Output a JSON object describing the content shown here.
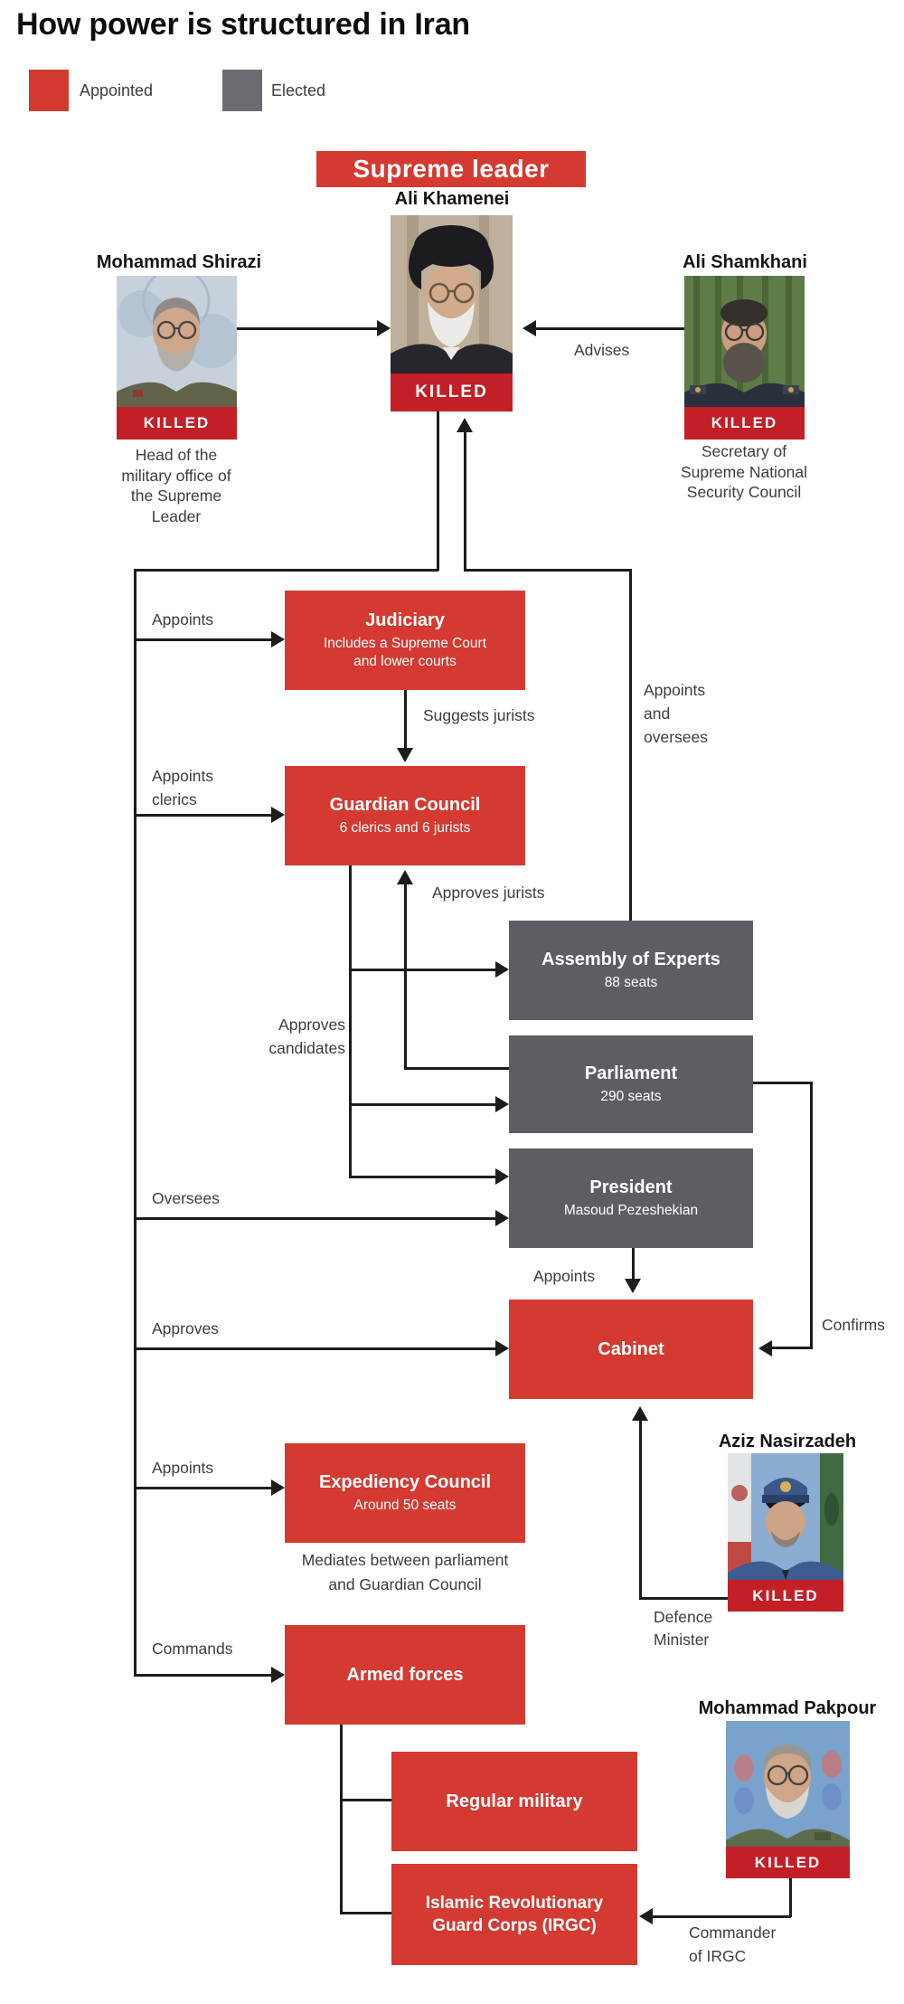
{
  "title": "How power is structured in Iran",
  "legend": {
    "appointed": {
      "label": "Appointed",
      "color": "#d43a31"
    },
    "elected": {
      "label": "Elected",
      "color": "#6d6b72"
    }
  },
  "colors": {
    "appointed_box": "#d43a31",
    "elected_box": "#5e5d64",
    "killed_banner": "#c31f27",
    "connector_line": "#1c1c1c"
  },
  "banner": {
    "supreme_leader": "Supreme leader"
  },
  "people": {
    "khamenei": {
      "name": "Ali Khamenei",
      "status": "KILLED"
    },
    "shirazi": {
      "name": "Mohammad Shirazi",
      "status": "KILLED",
      "caption": "Head of the\nmilitary office of\nthe Supreme\nLeader"
    },
    "shamkhani": {
      "name": "Ali Shamkhani",
      "status": "KILLED",
      "caption": "Secretary of\nSupreme National\nSecurity Council"
    },
    "nasirzadeh": {
      "name": "Aziz Nasirzadeh",
      "status": "KILLED",
      "caption": "Defence\nMinister"
    },
    "pakpour": {
      "name": "Mohammad Pakpour",
      "status": "KILLED",
      "caption": "Commander\nof IRGC"
    }
  },
  "boxes": {
    "judiciary": {
      "title": "Judiciary",
      "subtitle": "Includes a Supreme Court\nand lower courts",
      "type": "appointed"
    },
    "guardian_council": {
      "title": "Guardian Council",
      "subtitle": "6 clerics and 6 jurists",
      "type": "appointed"
    },
    "assembly_of_experts": {
      "title": "Assembly of Experts",
      "subtitle": "88 seats",
      "type": "elected"
    },
    "parliament": {
      "title": "Parliament",
      "subtitle": "290 seats",
      "type": "elected"
    },
    "president": {
      "title": "President",
      "subtitle": "Masoud Pezeshekian",
      "type": "elected"
    },
    "cabinet": {
      "title": "Cabinet",
      "type": "appointed"
    },
    "expediency_council": {
      "title": "Expediency Council",
      "subtitle": "Around 50 seats",
      "type": "appointed",
      "note": "Mediates between parliament\nand Guardian Council"
    },
    "armed_forces": {
      "title": "Armed forces",
      "type": "appointed"
    },
    "regular_military": {
      "title": "Regular military",
      "type": "appointed"
    },
    "irgc": {
      "title": "Islamic Revolutionary\nGuard Corps (IRGC)",
      "type": "appointed"
    }
  },
  "edge_labels": {
    "advises": "Advises",
    "appoints_judiciary": "Appoints",
    "suggests_jurists": "Suggests jurists",
    "appoints_clerics": "Appoints\nclerics",
    "approves_jurists": "Approves jurists",
    "appoints_and_oversees": "Appoints\nand\noversees",
    "approves_candidates": "Approves\ncandidates",
    "oversees": "Oversees",
    "appoints_cabinet": "Appoints",
    "approves": "Approves",
    "confirms": "Confirms",
    "appoints_expediency": "Appoints",
    "commands": "Commands"
  }
}
